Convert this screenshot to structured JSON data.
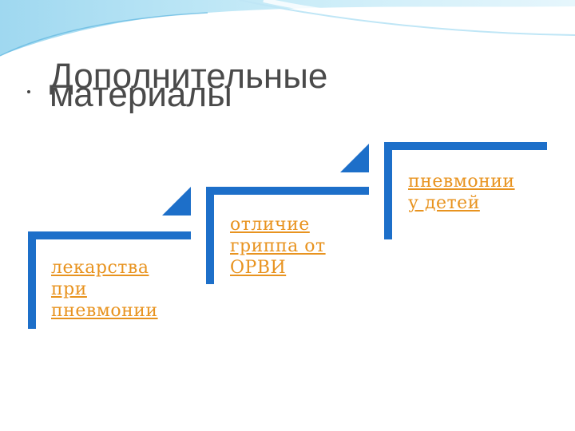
{
  "title": {
    "line1": "Дополнительные",
    "line2": "материалы"
  },
  "links": [
    {
      "line1": "лекарства",
      "line2": "при",
      "line3": "пневмонии"
    },
    {
      "line1": "отличие",
      "line2": "гриппа от",
      "line3": "ОРВИ"
    },
    {
      "line1": "пневмонии",
      "line2": "у детей"
    }
  ],
  "colors": {
    "accent_blue": "#1d6fc9",
    "link_orange": "#e8931f",
    "decor_light_blue": "#a9dcf2"
  }
}
